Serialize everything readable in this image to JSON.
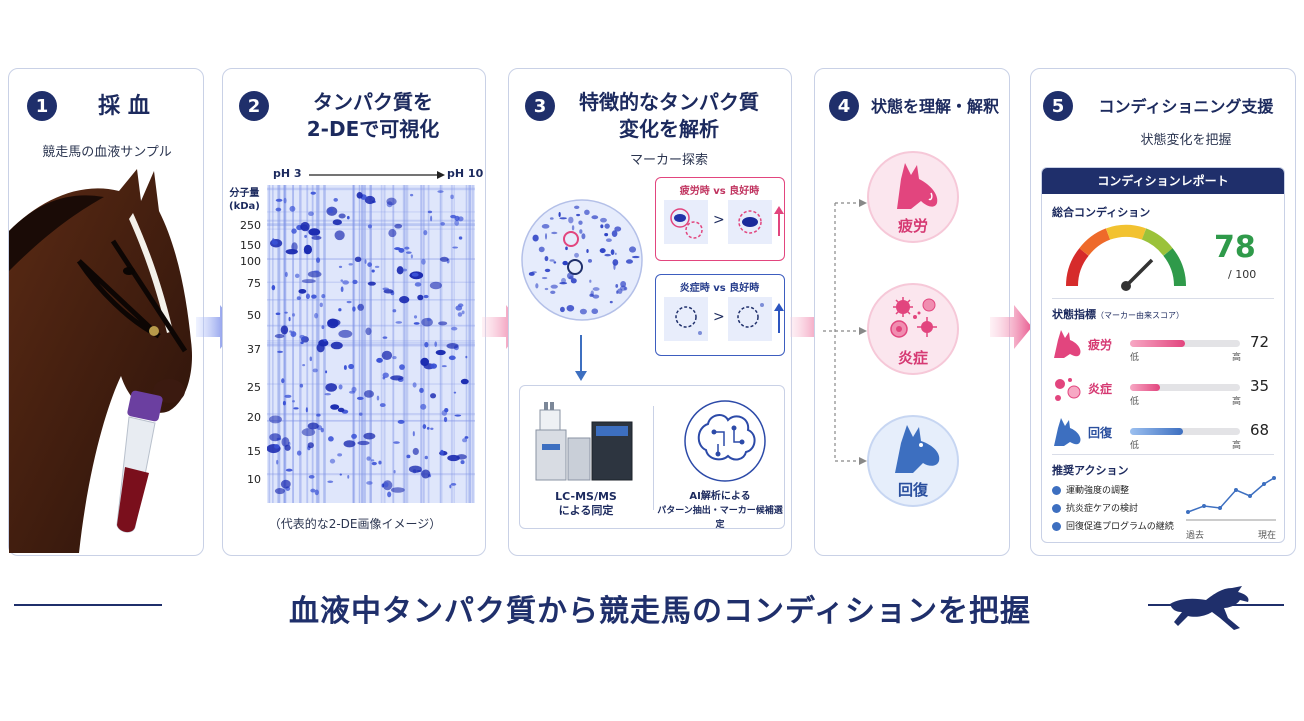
{
  "steps": [
    {
      "num": "1",
      "title": "採 血",
      "sub": "競走馬の血液サンプル"
    },
    {
      "num": "2",
      "title_l1": "タンパク質を",
      "title_l2": "2-DEで可視化",
      "ph_start": "pH 3",
      "ph_end": "pH 10",
      "mw_label_l1": "分子量",
      "mw_label_l2": "(kDa)",
      "mw_ticks": [
        "250",
        "150",
        "100",
        "75",
        "50",
        "37",
        "25",
        "20",
        "15",
        "10"
      ],
      "caption": "（代表的な2-DE画像イメージ）"
    },
    {
      "num": "3",
      "title_l1": "特徴的なタンパク質",
      "title_l2": "変化を解析",
      "sub": "マーカー探索",
      "compare1": "疲労時 vs 良好時",
      "compare2": "炎症時 vs 良好時",
      "gt": ">",
      "lcms_l1": "LC-MS/MS",
      "lcms_l2": "による同定",
      "ai_l1": "AI解析による",
      "ai_l2": "パターン抽出・マーカー候補選定"
    },
    {
      "num": "4",
      "title": "状態を理解・解釈",
      "states": [
        "疲労",
        "炎症",
        "回復"
      ]
    },
    {
      "num": "5",
      "title": "コンディショニング支援",
      "sub": "状態変化を把握"
    }
  ],
  "report": {
    "header": "コンディションレポート",
    "overall_label": "総合コンディション",
    "score": "78",
    "score_max": "/ 100",
    "indicators_label": "状態指標",
    "indicators_note": "（マーカー由来スコア）",
    "low": "低",
    "high": "高",
    "indicators": [
      {
        "name": "疲労",
        "value": "72",
        "fraction": 0.5
      },
      {
        "name": "炎症",
        "value": "35",
        "fraction": 0.27
      },
      {
        "name": "回復",
        "value": "68",
        "fraction": 0.48
      }
    ],
    "action_title": "推奨アクション",
    "actions": [
      "運動強度の調整",
      "抗炎症ケアの検討",
      "回復促進プログラムの継続"
    ],
    "chart_past": "過去",
    "chart_now": "現在"
  },
  "tagline": "血液中タンパク質から競走馬のコンディションを把握",
  "colors": {
    "navy": "#1f2f6b",
    "pink": "#e2457e",
    "blue": "#3d6fc0",
    "gel": "#3a52d6"
  }
}
